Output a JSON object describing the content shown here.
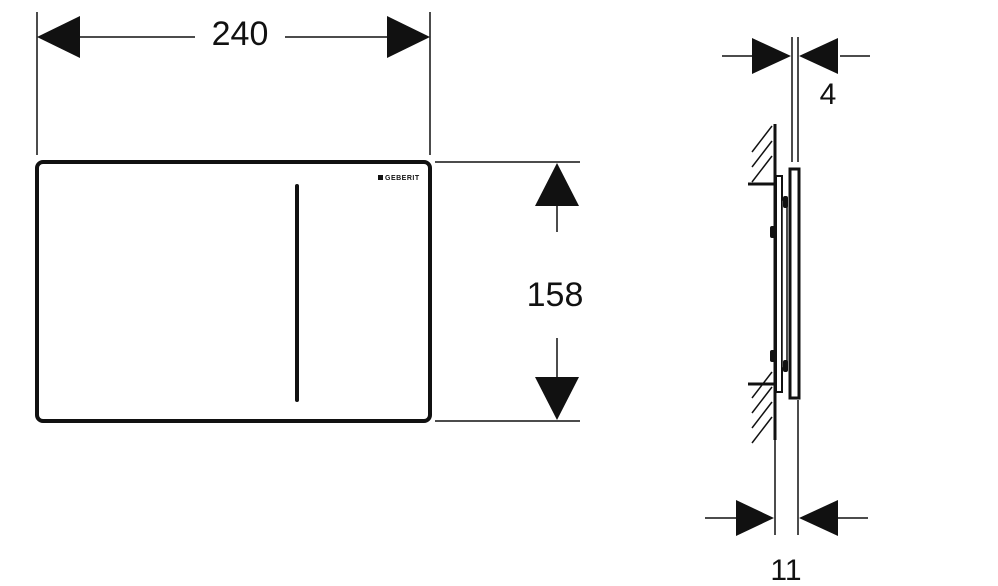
{
  "drawing": {
    "subject": "flush plate technical drawing",
    "front_view": {
      "width_label": "240",
      "height_label": "158",
      "brand_logo": "GEBERIT"
    },
    "side_view": {
      "plate_thickness_label": "4",
      "total_depth_label": "11"
    },
    "colors": {
      "line": "#111111",
      "background": "#ffffff"
    }
  }
}
